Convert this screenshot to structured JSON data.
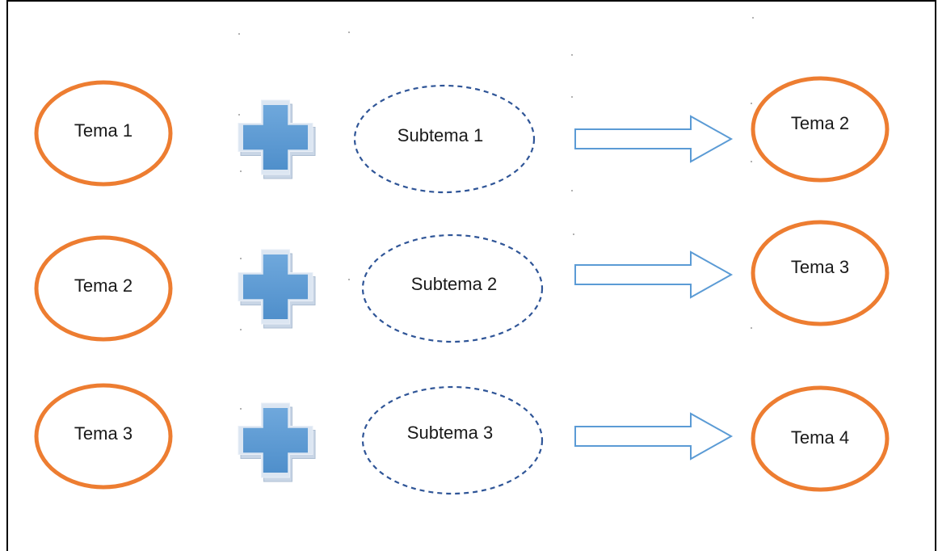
{
  "colors": {
    "tema_stroke": "#ED7D31",
    "subtema_stroke": "#2F5597",
    "plus_fill": "#5B9BD5",
    "plus_edge": "#DCE6F2",
    "arrow_stroke": "#5B9BD5",
    "frame": "#000000"
  },
  "rows": [
    {
      "source": "Tema 1",
      "operator_icon": "plus-icon",
      "subtopic": "Subtema 1",
      "connector_icon": "arrow-right-icon",
      "result": "Tema 2"
    },
    {
      "source": "Tema 2",
      "operator_icon": "plus-icon",
      "subtopic": "Subtema 2",
      "connector_icon": "arrow-right-icon",
      "result": "Tema 3"
    },
    {
      "source": "Tema 3",
      "operator_icon": "plus-icon",
      "subtopic": "Subtema 3",
      "connector_icon": "arrow-right-icon",
      "result": "Tema 4"
    }
  ]
}
